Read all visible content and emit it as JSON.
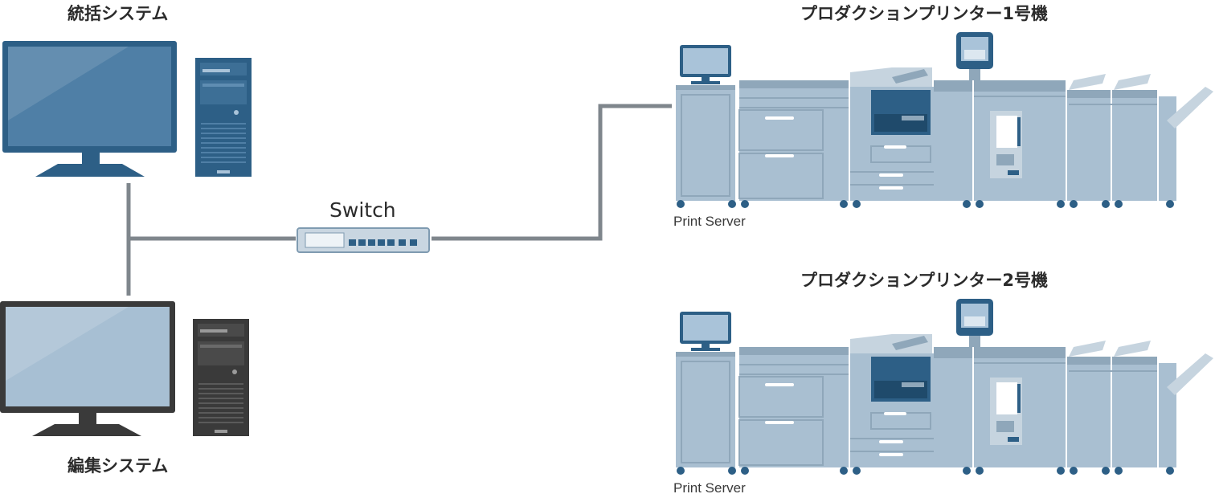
{
  "diagram": {
    "integration_system": {
      "label": "統括システム"
    },
    "editing_system": {
      "label": "編集システム"
    },
    "switch": {
      "label": "Switch"
    },
    "printer1": {
      "label": "プロダクションプリンター1号機",
      "server_label": "Print Server"
    },
    "printer2": {
      "label": "プロダクションプリンター2号機",
      "server_label": "Print Server"
    }
  },
  "colors": {
    "integration_dark": "#2d5f86",
    "integration_screen": "#4f7fa6",
    "editing_dark": "#3a3a3a",
    "editing_screen": "#a7bfd3",
    "printer_body": "#a9bfd1",
    "printer_dark": "#2d5f86",
    "line": "#7f868c"
  }
}
